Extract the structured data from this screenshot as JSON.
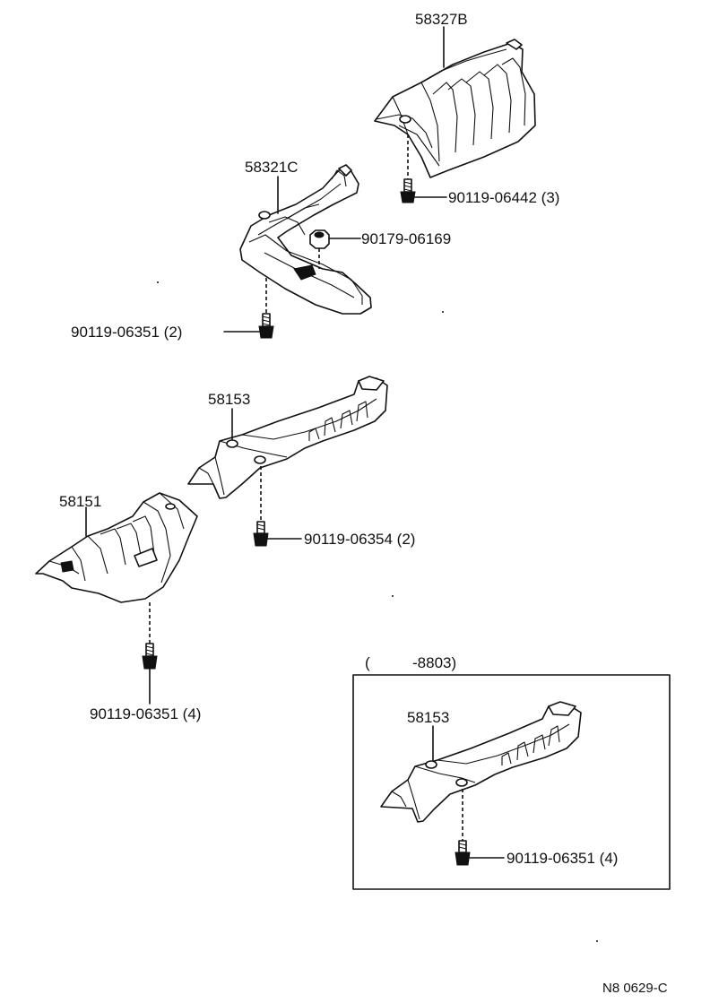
{
  "labels": {
    "p58327B": "58327B",
    "p58321C": "58321C",
    "p58153_top": "58153",
    "p58151": "58151",
    "p58153_inset": "58153",
    "b90119_06442": "90119-06442 (3)",
    "n90179_06169": "90179-06169",
    "b90119_06351_a": "90119-06351 (2)",
    "b90119_06354": "90119-06354 (2)",
    "b90119_06351_b": "90119-06351 (4)",
    "b90119_06351_c": "90119-06351 (4)"
  },
  "inset": {
    "range_open": "(",
    "range_value": "-8803)"
  },
  "footer": {
    "code": "N8 0629-C"
  }
}
